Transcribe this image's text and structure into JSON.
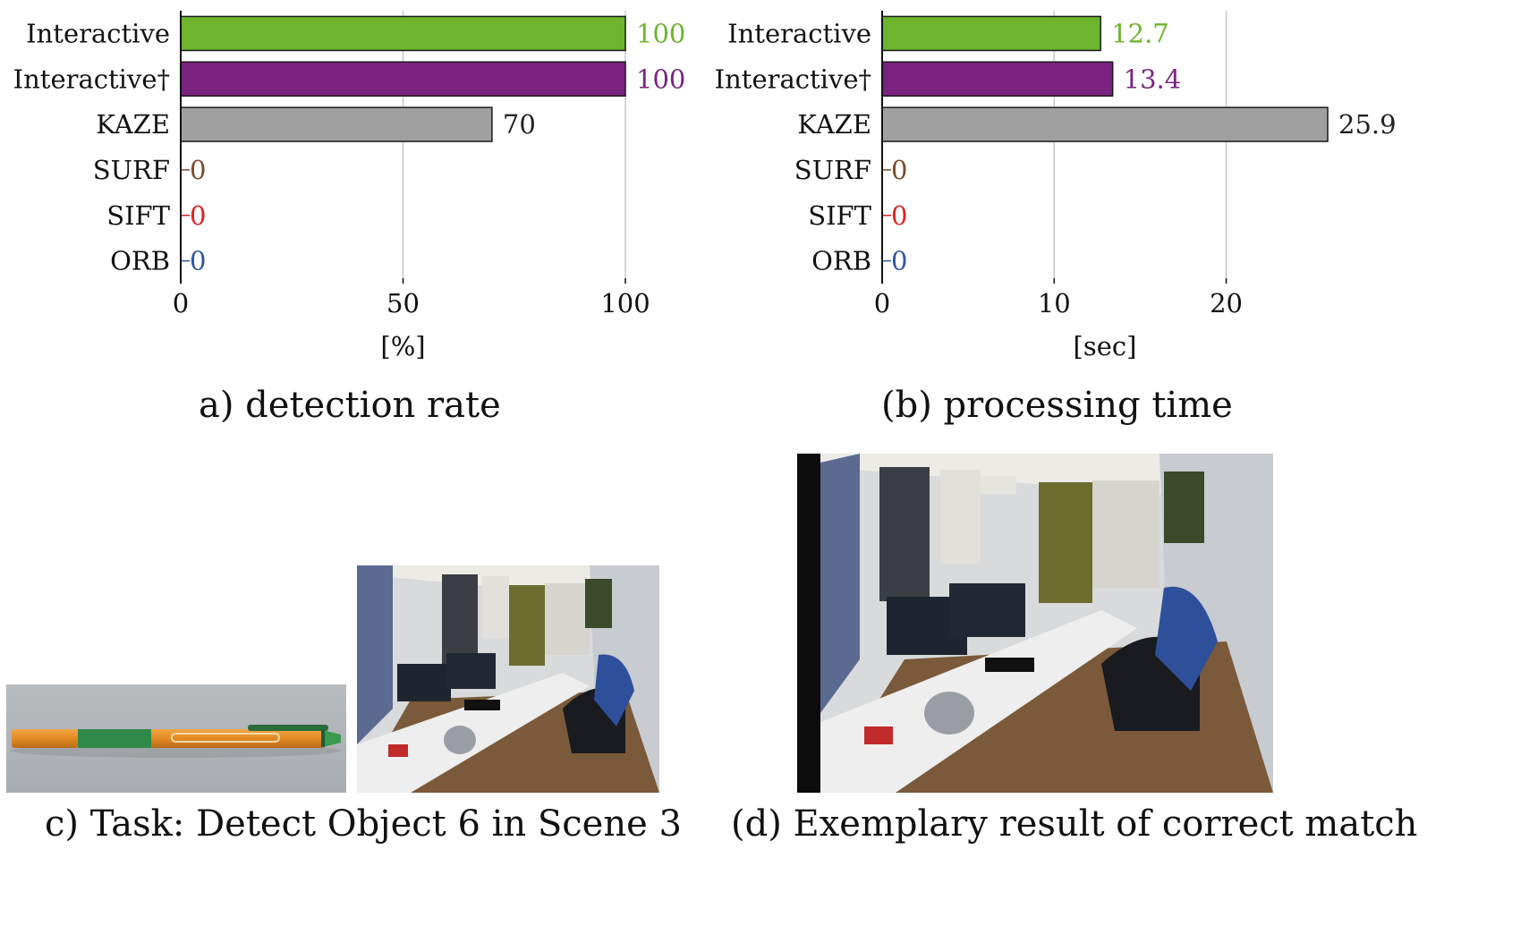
{
  "chart_data": [
    {
      "type": "bar",
      "orientation": "horizontal",
      "categories": [
        "Interactive",
        "Interactive†",
        "KAZE",
        "SURF",
        "SIFT",
        "ORB"
      ],
      "values": [
        100,
        100,
        70,
        0,
        0,
        0
      ],
      "value_labels": [
        "100",
        "100",
        "70",
        "0",
        "0",
        "0"
      ],
      "xlabel": "[%]",
      "xlim": [
        0,
        100
      ],
      "xticks": [
        "0",
        "50",
        "100"
      ],
      "xtick_values": [
        0,
        50,
        100
      ],
      "grid": true,
      "caption": "a) detection rate"
    },
    {
      "type": "bar",
      "orientation": "horizontal",
      "categories": [
        "Interactive",
        "Interactive†",
        "KAZE",
        "SURF",
        "SIFT",
        "ORB"
      ],
      "values": [
        12.7,
        13.4,
        25.9,
        0,
        0,
        0
      ],
      "value_labels": [
        "12.7",
        "13.4",
        "25.9",
        "0",
        "0",
        "0"
      ],
      "xlabel": "[sec]",
      "xlim": [
        0,
        25.9
      ],
      "xticks": [
        "0",
        "10",
        "20"
      ],
      "xtick_values": [
        0,
        10,
        20
      ],
      "grid": true,
      "caption": "(b) processing time"
    }
  ],
  "colors": {
    "bar_fills": [
      "#6cb52d",
      "#7b2280",
      "#a0a0a0",
      "#7a4a2a",
      "#dd2222",
      "#2f55a4"
    ],
    "value_label_colors": [
      "#6cb52d",
      "#7b2280",
      "#222222",
      "#7a4a2a",
      "#dd2222",
      "#2f55a4"
    ],
    "bar_edge": "#1a1a1a",
    "grid": "#c8c8c8"
  },
  "captions": {
    "c": "c) Task: Detect Object 6 in Scene 3",
    "d": "(d) Exemplary result of correct match"
  },
  "images": {
    "pen_photo": "pen-photo",
    "scene_photo": "office-scene-photo",
    "match_photo": "office-match-photo"
  }
}
